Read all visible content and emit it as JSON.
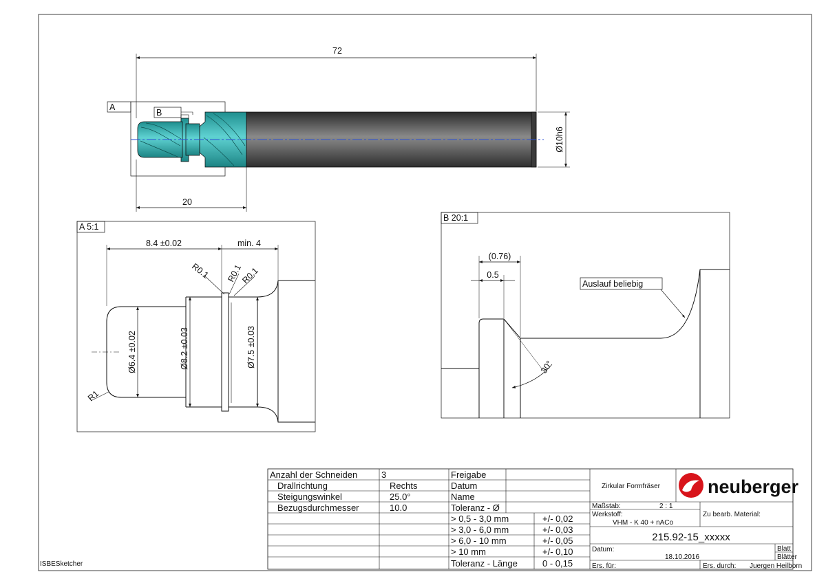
{
  "software": "ISBESketcher",
  "views": {
    "main": {
      "total_length": "72",
      "cutting_length": "20",
      "shank_diameter": "Ø10h6",
      "detail_a_marker": "A",
      "detail_b_marker": "B"
    },
    "detail_a": {
      "title": "A 5:1",
      "length_dim": "8.4 ±0.02",
      "min_dim": "min. 4",
      "radius_1": "R0.1",
      "radius_2": "R0.1",
      "radius_3": "R0.1",
      "dia_64": "Ø6.4 ±0.02",
      "dia_82": "Ø8.2 ±0.03",
      "dia_75": "Ø7.5 ±0.03",
      "corner_radius": "R1"
    },
    "detail_b": {
      "title": "B 20:1",
      "ref_dim": "(0.76)",
      "width_dim": "0.5",
      "note": "Auslauf beliebig",
      "angle": "30°"
    }
  },
  "spec_table": {
    "rows": [
      {
        "label": "Anzahl der Schneiden",
        "value": "3"
      },
      {
        "label": "Drallrichtung",
        "value": "Rechts"
      },
      {
        "label": "Steigungswinkel",
        "value": "25.0°"
      },
      {
        "label": "Bezugsdurchmesser",
        "value": "10.0"
      }
    ]
  },
  "release_table": {
    "rows": [
      "Freigabe",
      "Datum",
      "Name"
    ],
    "tolerance_header": "Toleranz - Ø",
    "tolerances": [
      {
        "range": "> 0,5 - 3,0 mm",
        "value": "+/- 0,02"
      },
      {
        "range": "> 3,0 - 6,0 mm",
        "value": "+/- 0,03"
      },
      {
        "range": "> 6,0 - 10 mm",
        "value": "+/- 0,05"
      },
      {
        "range": "> 10 mm",
        "value": "+/- 0,10"
      }
    ],
    "length_label": "Toleranz - Länge",
    "length_value": "0 - 0,15"
  },
  "title_block": {
    "tool_name": "Zirkular Formfräser",
    "brand": "neuberger",
    "scale_label": "Maßstab:",
    "scale_value": "2 : 1",
    "material_label": "Werkstoff:",
    "material_value": "VHM - K 40 + nACo",
    "workpiece_label": "Zu bearb. Material:",
    "part_number": "215.92-15_xxxxx",
    "date_label": "Datum:",
    "date_value": "18.10.2016",
    "sheet_label": "Blatt",
    "sheets_label": "Blätter",
    "replacement_for": "Ers. für:",
    "replaced_by_label": "Ers. durch:",
    "replaced_by_value": "Juergen Heilborn"
  },
  "colors": {
    "turquoise": "#36b8b8",
    "shank_gray": "#555555",
    "centerline": "#2a4fd6",
    "brand_red": "#d8141b"
  }
}
